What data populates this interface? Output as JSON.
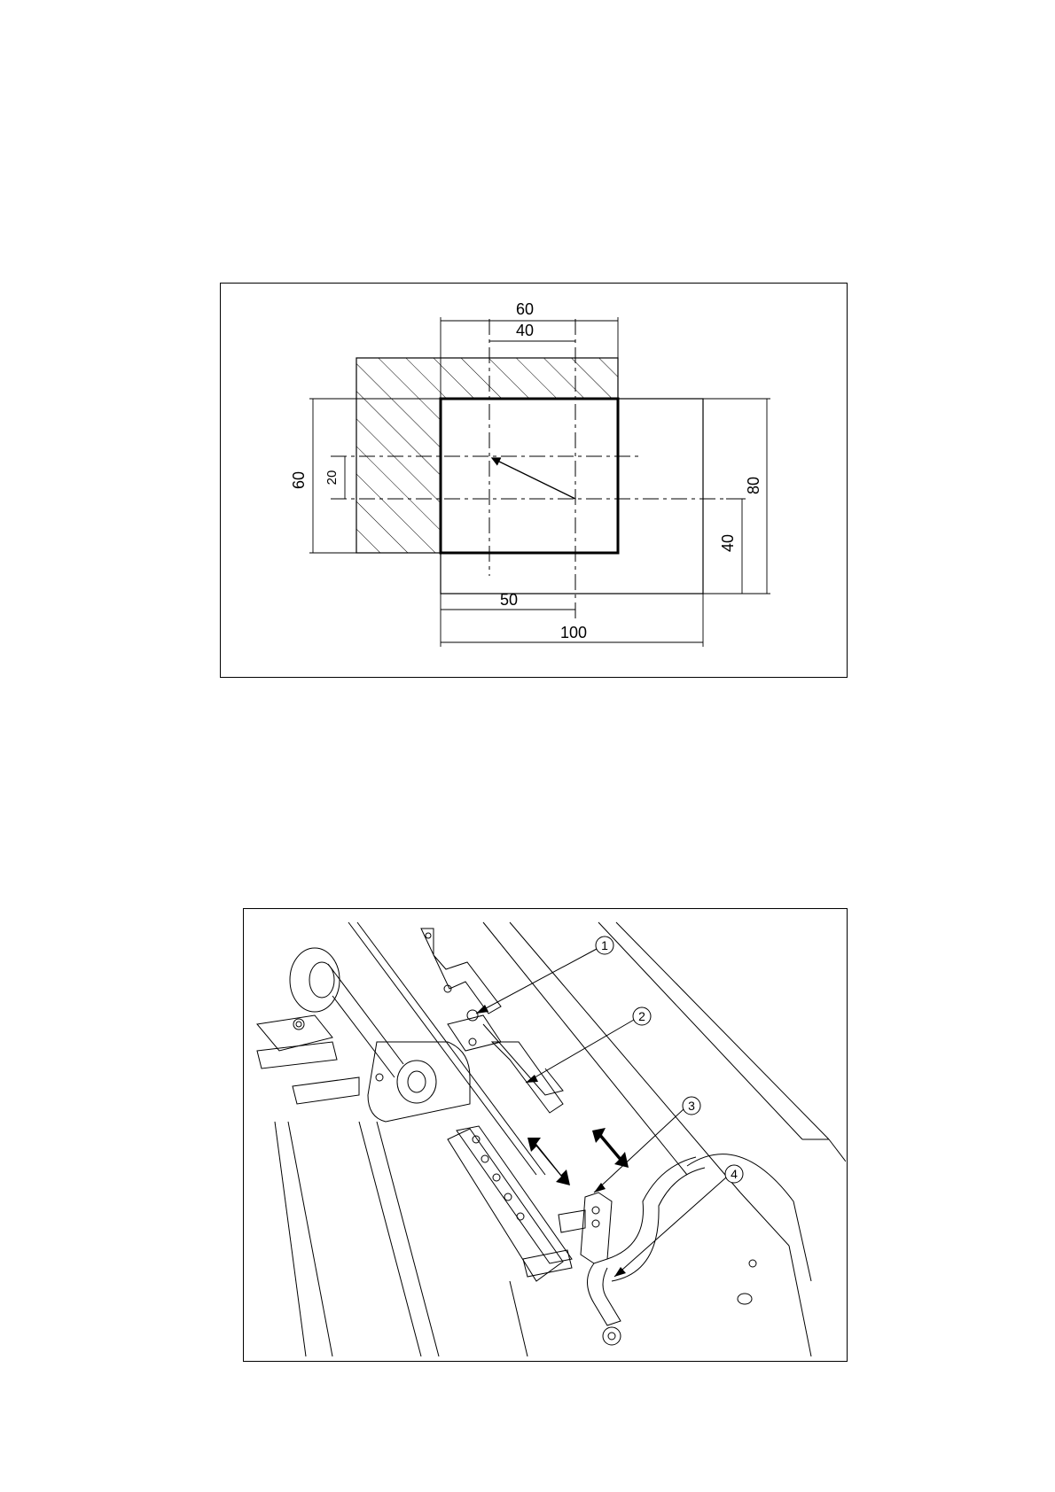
{
  "figure1": {
    "dimensions": {
      "top_outer": "60",
      "top_inner": "40",
      "left_outer": "60",
      "left_inner": "20",
      "right_outer": "80",
      "right_inner": "40",
      "bottom_inner": "50",
      "bottom_outer": "100"
    }
  },
  "figure2": {
    "callouts": [
      "1",
      "2",
      "3",
      "4"
    ]
  }
}
